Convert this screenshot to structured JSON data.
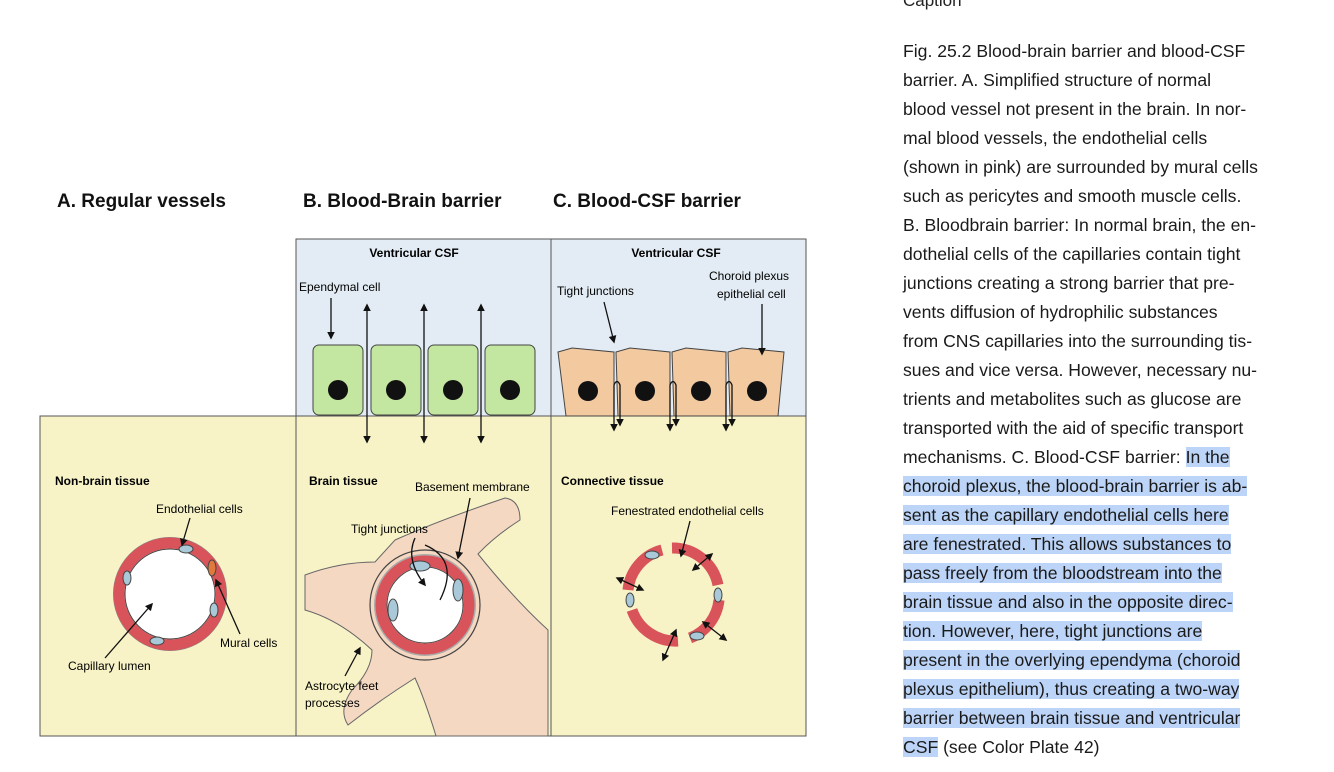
{
  "figure": {
    "panel_titles": [
      "A. Regular vessels",
      "B. Blood-Brain barrier",
      "C. Blood-CSF barrier"
    ],
    "ventricular_csf_label": "Ventricular CSF",
    "labels": {
      "ependymal_cell": "Ependymal cell",
      "tight_junctions_top": "Tight junctions",
      "choroid_line1": "Choroid plexus",
      "choroid_line2": "epithelial cell",
      "non_brain_tissue": "Non-brain tissue",
      "brain_tissue": "Brain tissue",
      "basement_membrane": "Basement membrane",
      "connective_tissue": "Connective tissue",
      "endothelial_cells": "Endothelial cells",
      "tight_junctions_mid": "Tight junctions",
      "fenestrated": "Fenestrated endothelial cells",
      "mural_cells": "Mural cells",
      "capillary_lumen": "Capillary lumen",
      "astrocyte_line1": "Astrocyte feet",
      "astrocyte_line2": "processes"
    },
    "colors": {
      "csf_bg": "#e3ecf4",
      "tissue_bg": "#f7f3c6",
      "ependymal": "#c3e6a0",
      "choroid": "#f3c9a0",
      "vessel": "#d9545a",
      "nucleus": "#a9c8d8",
      "astrocyte": "#f4d8c2"
    }
  },
  "caption": {
    "heading": "Caption",
    "lines": [
      {
        "text": "Fig. 25.2 Blood-brain barrier and blood-CSF",
        "hl": ""
      },
      {
        "text": "barrier. A. Simplified structure of normal",
        "hl": ""
      },
      {
        "text": "blood vessel not present in the brain. In nor-",
        "hl": ""
      },
      {
        "text": "mal blood vessels, the endothelial cells",
        "hl": ""
      },
      {
        "text": "(shown in pink) are surrounded by mural cells",
        "hl": ""
      },
      {
        "text": "such as pericytes and smooth muscle cells.",
        "hl": ""
      },
      {
        "text": "B. Bloodbrain barrier: In normal brain, the en-",
        "hl": ""
      },
      {
        "text": "dothelial cells of the capillaries contain tight",
        "hl": ""
      },
      {
        "text": "junctions creating a strong barrier that pre-",
        "hl": ""
      },
      {
        "text": "vents diffusion of hydrophilic substances",
        "hl": ""
      },
      {
        "text": "from CNS capillaries into the surrounding tis-",
        "hl": ""
      },
      {
        "text": "sues and vice versa. However, necessary nu-",
        "hl": ""
      },
      {
        "text": "trients and metabolites such as glucose are",
        "hl": ""
      },
      {
        "text": "transported with the aid of specific transport",
        "hl": ""
      },
      {
        "text": "mechanisms. C. Blood-CSF barrier: ",
        "hl": "In the"
      },
      {
        "text": "",
        "hl": "choroid plexus, the blood-brain barrier is ab-"
      },
      {
        "text": "",
        "hl": "sent as the capillary endothelial cells here"
      },
      {
        "text": "",
        "hl": "are fenestrated. This allows substances to"
      },
      {
        "text": "",
        "hl": "pass freely from the bloodstream into the"
      },
      {
        "text": "",
        "hl": "brain tissue and also in the opposite direc-"
      },
      {
        "text": "",
        "hl": "tion. However, here, tight junctions are"
      },
      {
        "text": "",
        "hl": "present in the overlying ependyma (choroid"
      },
      {
        "text": "",
        "hl": "plexus epithelium), thus creating a two-way"
      },
      {
        "text": "",
        "hl": "barrier between brain tissue and ventricular"
      },
      {
        "text": "",
        "hl": "CSF",
        "after": " (see Color Plate 42)"
      }
    ]
  }
}
